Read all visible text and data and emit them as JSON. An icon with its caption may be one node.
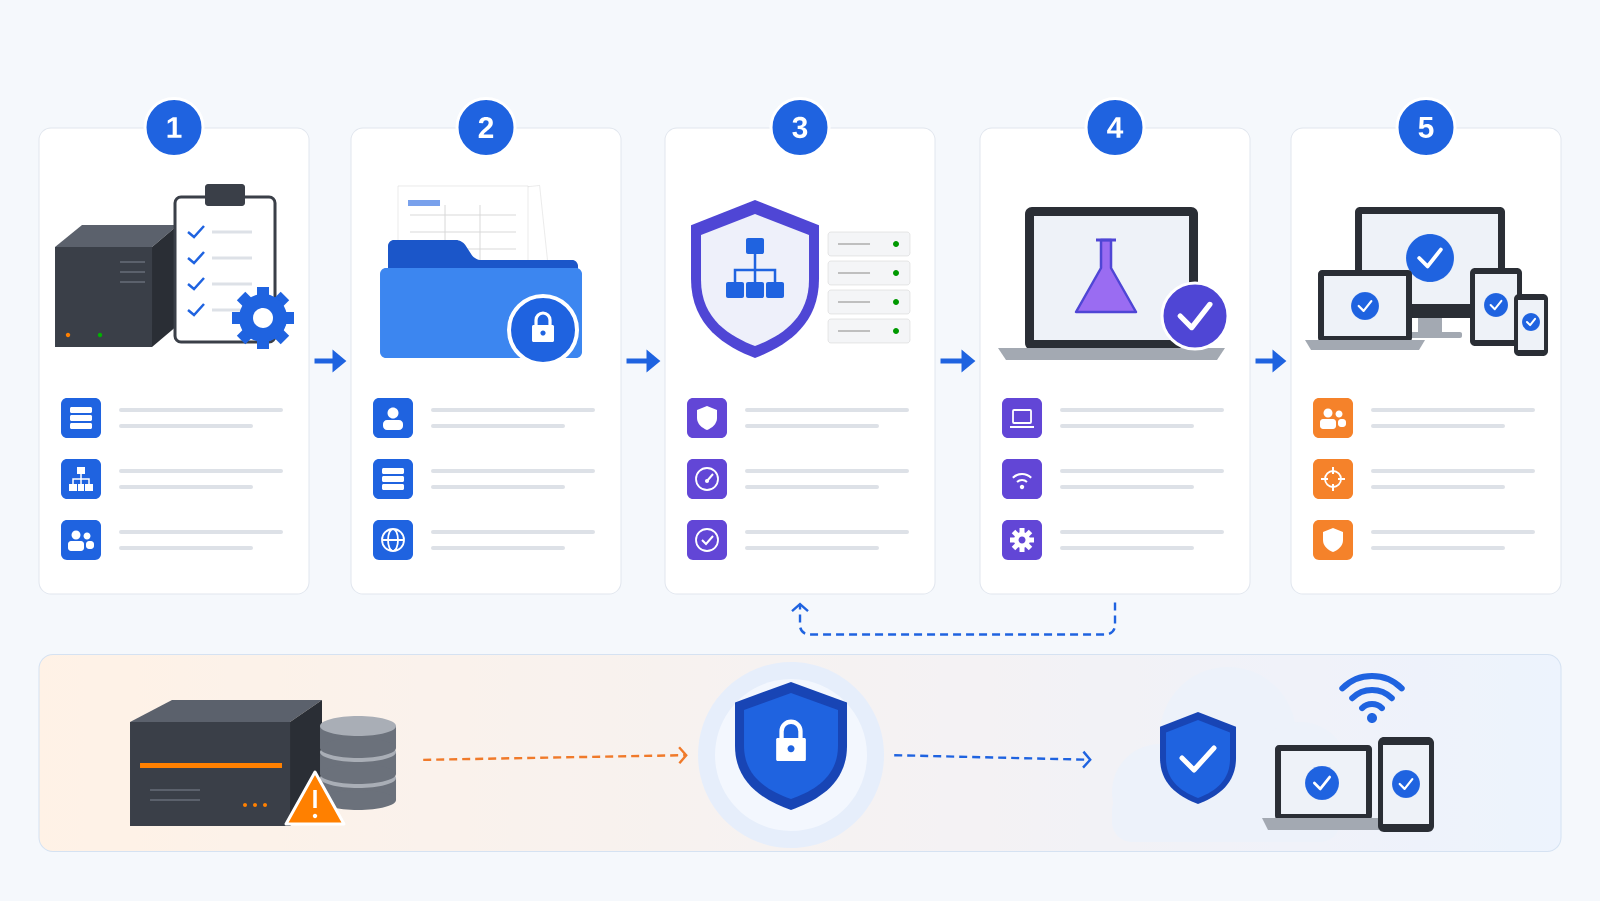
{
  "diagram": {
    "nodes": [
      {
        "text": [
          "1"
        ]
      },
      {
        "text": [
          "2"
        ]
      },
      {
        "text": [
          "3"
        ]
      },
      {
        "text": [
          "4"
        ]
      },
      {
        "text": [
          "5"
        ]
      },
      {
        "text": [],
        "shape": "box"
      },
      {
        "text": [],
        "shape": "picture",
        "in": 5
      },
      {
        "text": [],
        "shape": "picture",
        "in": 5
      },
      {
        "text": [],
        "shape": "picture",
        "in": 5
      }
    ],
    "edges": [
      {
        "from": 0,
        "to": 1,
        "arrow": "to"
      },
      {
        "from": 1,
        "to": 2,
        "arrow": "to"
      },
      {
        "from": 2,
        "to": 3,
        "arrow": "to"
      },
      {
        "from": 3,
        "to": 4,
        "arrow": "to"
      },
      {
        "from": 3,
        "to": 2,
        "arrow": "to",
        "style": "dashed"
      },
      {
        "from": 6,
        "to": 7,
        "arrow": "to",
        "style": "dashed",
        "color": "#f07a2a"
      },
      {
        "from": 7,
        "to": 8,
        "arrow": "to",
        "style": "dashed"
      }
    ]
  }
}
